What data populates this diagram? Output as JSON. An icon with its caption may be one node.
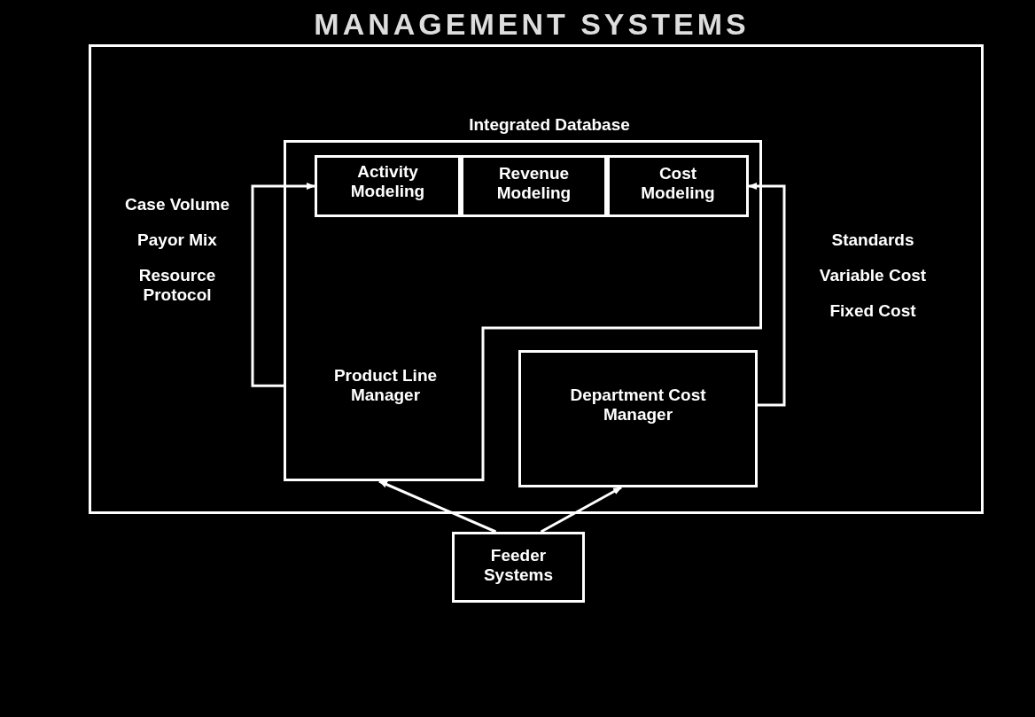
{
  "diagram": {
    "title": "MANAGEMENT SYSTEMS",
    "nodes": [
      {
        "text": [
          "Integrated Database"
        ]
      },
      {
        "text": [
          "Product Line Manager"
        ],
        "in": 0
      },
      {
        "text": [
          "Activity Modeling"
        ],
        "in": 1
      },
      {
        "text": [
          "Revenue Modeling"
        ],
        "in": 1
      },
      {
        "text": [
          "Cost Modeling"
        ],
        "in": 1
      },
      {
        "text": [
          "Department Cost Manager"
        ],
        "in": 0
      },
      {
        "text": [
          "Feeder Systems"
        ]
      }
    ],
    "edges": [
      {
        "from": 6,
        "to": 1,
        "arrow": "to"
      },
      {
        "from": 6,
        "to": 5,
        "arrow": "to"
      },
      {
        "from": 1,
        "to": 2,
        "arrow": "to"
      },
      {
        "from": 5,
        "to": 4,
        "arrow": "to"
      }
    ],
    "labels": [
      "Case Volume",
      "Payor Mix",
      "Resource Protocol",
      "Standards",
      "Variable Cost",
      "Fixed Cost"
    ]
  }
}
